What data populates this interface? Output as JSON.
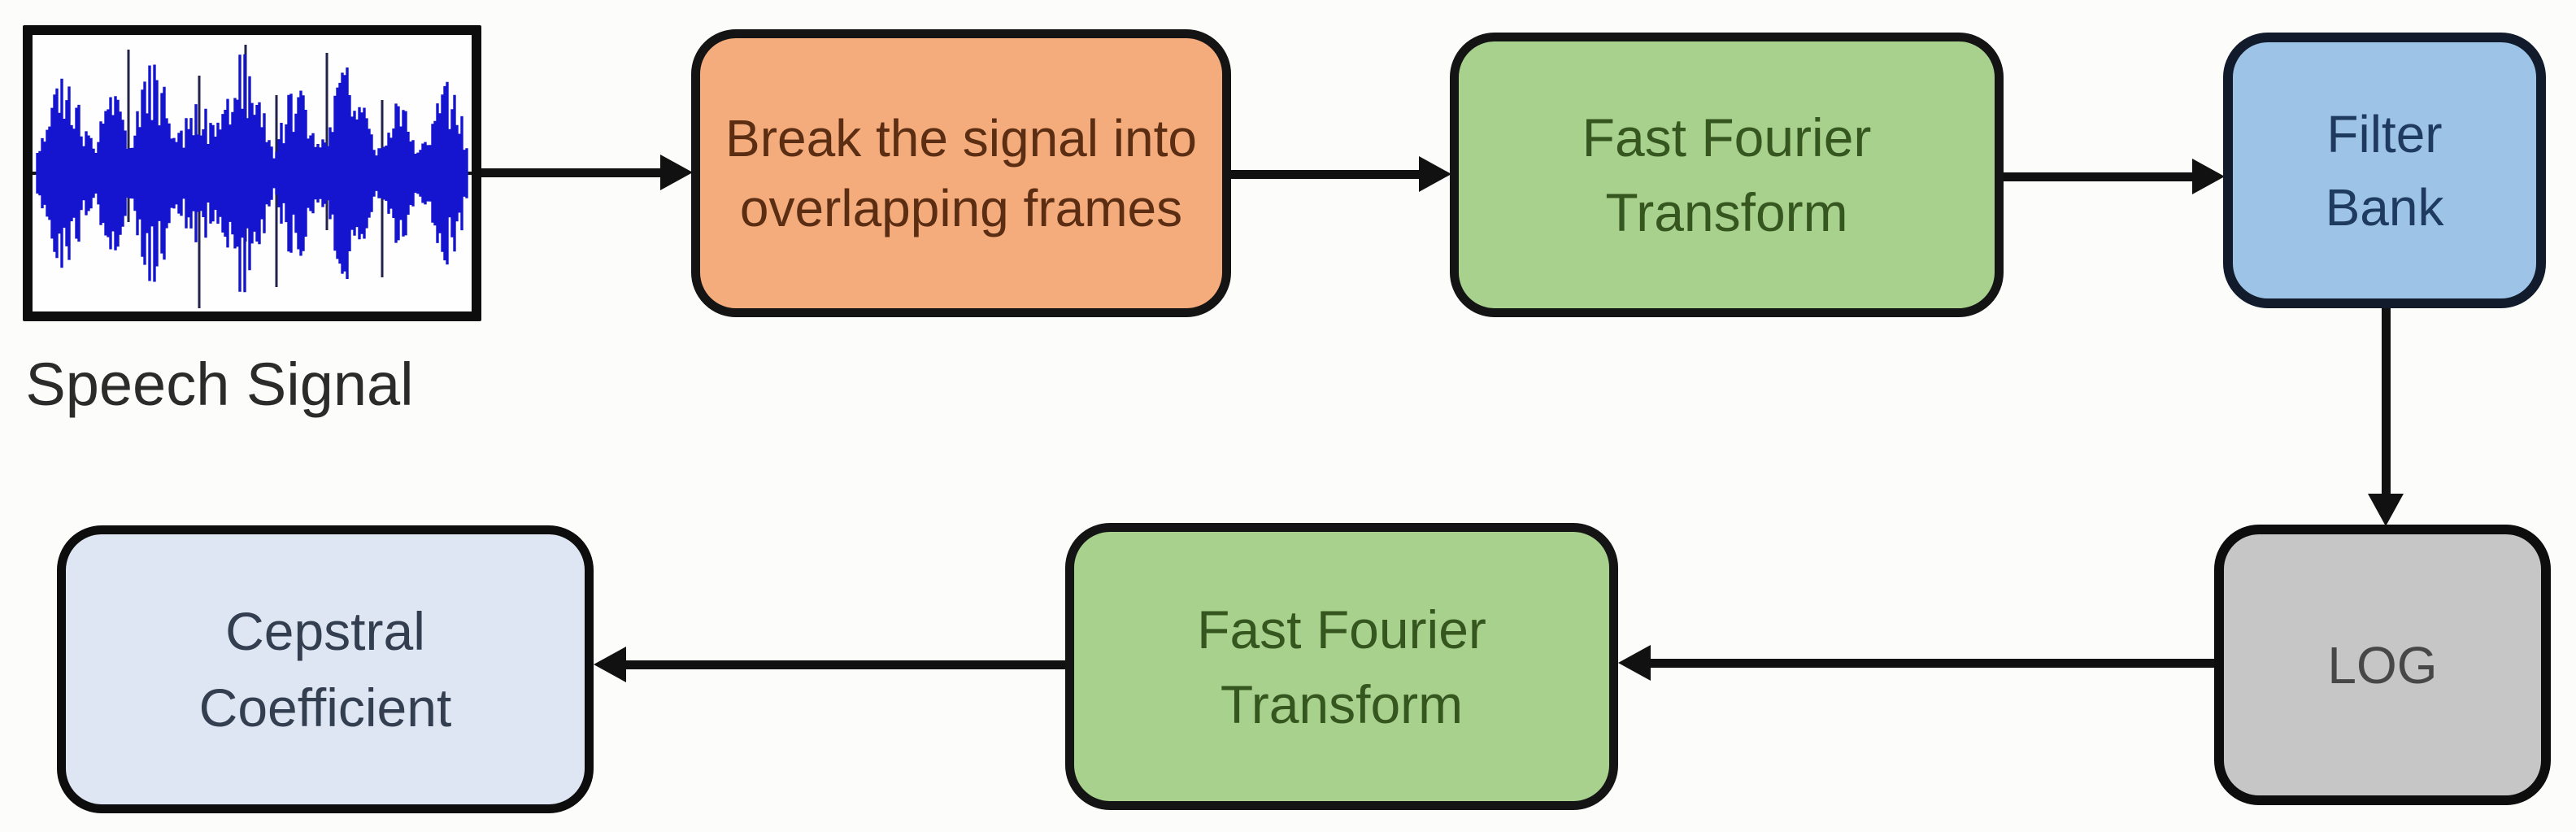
{
  "diagram": {
    "title": "Speech signal cepstral coefficient extraction pipeline",
    "background_color": "#fcfcfa",
    "arrow_color": "#111111",
    "nodes": {
      "speech_signal": {
        "label": "Speech Signal",
        "type": "waveform-image",
        "waveform_color": "#1515cf",
        "baseline_color": "#151515",
        "box_border_color": "#0d0d0d",
        "box_fill": "#fefefe",
        "label_color": "#2b2b2b"
      },
      "framing": {
        "label": "Break the signal into overlapping frames",
        "fill": "#f4ac7c",
        "text_color": "#5b2e13",
        "border_color": "#141414"
      },
      "fft1": {
        "label": "Fast Fourier Transform",
        "fill": "#a8d18d",
        "text_color": "#36561f",
        "border_color": "#141414"
      },
      "filter_bank": {
        "label": "Filter Bank",
        "fill": "#9dc3e6",
        "text_color": "#1f3a5f",
        "border_color": "#111b2b"
      },
      "log": {
        "label": "LOG",
        "fill": "#c6c6c6",
        "text_color": "#474747",
        "border_color": "#0d0d0d"
      },
      "fft2": {
        "label": "Fast Fourier Transform",
        "fill": "#a8d18d",
        "text_color": "#36561f",
        "border_color": "#141414"
      },
      "cepstral": {
        "label": "Cepstral Coefficient",
        "fill": "#dde6f2",
        "text_color": "#333f50",
        "border_color": "#0d0d0d"
      }
    },
    "edges": [
      {
        "from": "speech_signal",
        "to": "framing",
        "direction": "right"
      },
      {
        "from": "framing",
        "to": "fft1",
        "direction": "right"
      },
      {
        "from": "fft1",
        "to": "filter_bank",
        "direction": "right"
      },
      {
        "from": "filter_bank",
        "to": "log",
        "direction": "down"
      },
      {
        "from": "log",
        "to": "fft2",
        "direction": "left"
      },
      {
        "from": "fft2",
        "to": "cepstral",
        "direction": "left"
      }
    ]
  }
}
